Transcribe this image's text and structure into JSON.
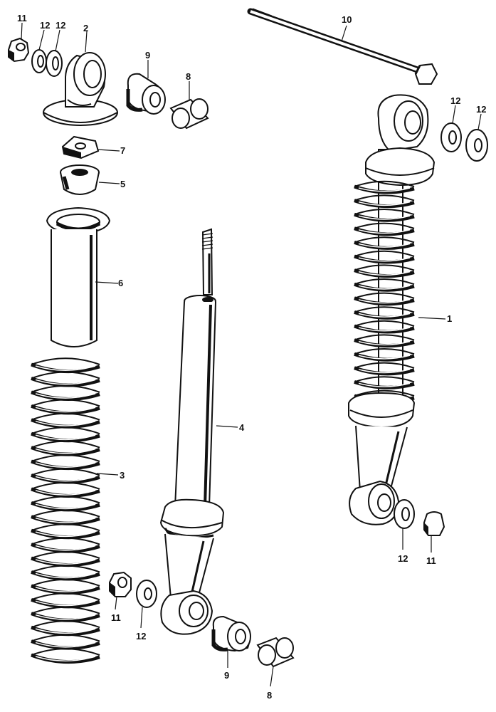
{
  "labels": {
    "p1": "1",
    "p2": "2",
    "p3": "3",
    "p4": "4",
    "p5": "5",
    "p6": "6",
    "p7": "7",
    "p8_top": "8",
    "p8_bottom": "8",
    "p9_top": "9",
    "p9_bottom": "9",
    "p10": "10",
    "p11_topleft": "11",
    "p11_right": "11",
    "p11_bottom": "11",
    "p12_topleft_a": "12",
    "p12_topleft_b": "12",
    "p12_topright_a": "12",
    "p12_topright_b": "12",
    "p12_right": "12",
    "p12_bottom": "12"
  }
}
